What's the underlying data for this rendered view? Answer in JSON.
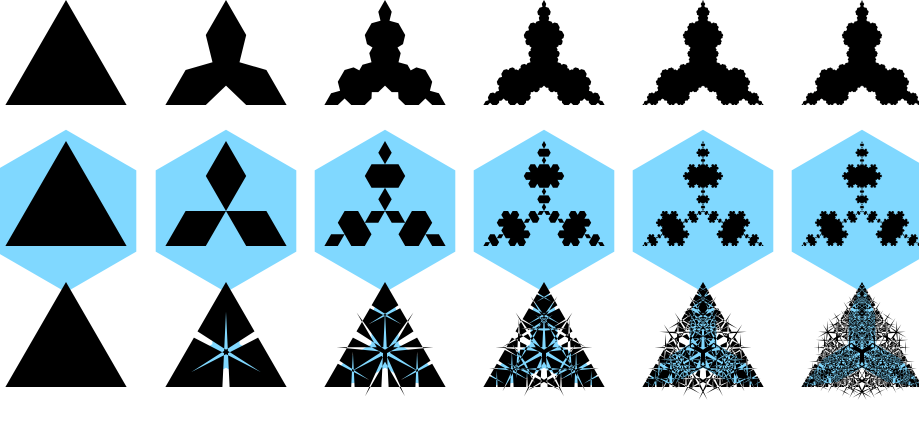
{
  "colors": {
    "background": "#ffffff",
    "fill": "#000000",
    "hull": "#80d8ff"
  },
  "grid": {
    "rows": [
      {
        "name": "row-bump",
        "kind": "bump"
      },
      {
        "name": "row-snowflake",
        "kind": "snowflake"
      },
      {
        "name": "row-spike",
        "kind": "spike"
      }
    ],
    "iterations": [
      0,
      1,
      2,
      3,
      4,
      5
    ]
  }
}
